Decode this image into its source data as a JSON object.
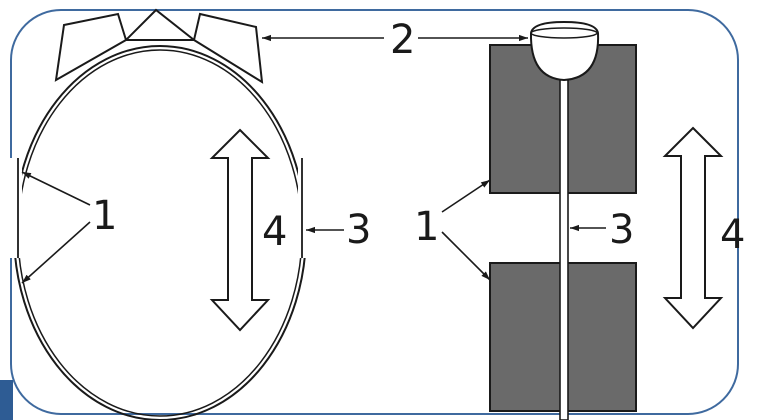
{
  "colors": {
    "frame": "#3f6a9f",
    "ink": "#1a1a1a",
    "block": "#6a6a6a",
    "corner_tab": "#2e5c94",
    "background": "#ffffff"
  },
  "callouts": {
    "left_1": "1",
    "left_3": "3",
    "left_4": "4",
    "top_2": "2",
    "right_1": "1",
    "right_3": "3",
    "right_4": "4"
  }
}
